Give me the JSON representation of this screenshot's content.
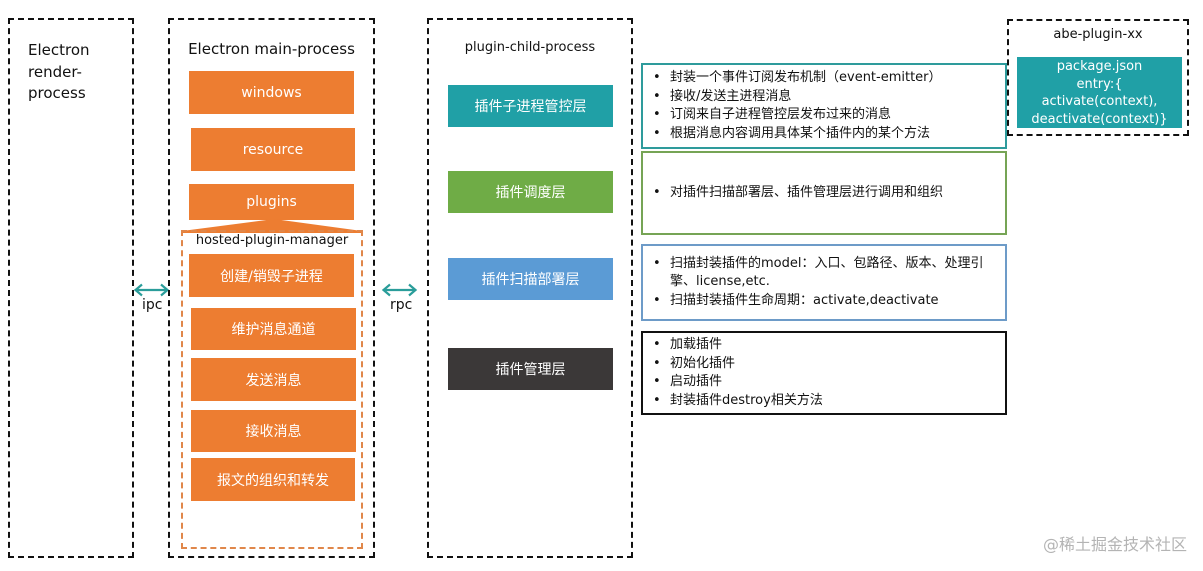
{
  "render_process": {
    "title": "Electron render-process",
    "lines": [
      "Electron",
      "render-",
      "process"
    ]
  },
  "main_process": {
    "title": "Electron main-process",
    "modules": [
      {
        "label": "windows"
      },
      {
        "label": "resource"
      },
      {
        "label": "plugins"
      }
    ],
    "hosted_plugin_manager": {
      "title": "hosted-plugin-manager",
      "items": [
        {
          "label": "创建/销毁子进程"
        },
        {
          "label": "维护消息通道"
        },
        {
          "label": "发送消息"
        },
        {
          "label": "接收消息"
        },
        {
          "label": "报文的组织和转发"
        }
      ]
    }
  },
  "connectors": {
    "ipc": {
      "label": "ipc",
      "icon": "double-arrow-icon",
      "color": "#2a9d9a"
    },
    "rpc": {
      "label": "rpc",
      "icon": "double-arrow-icon",
      "color": "#2a9d9a"
    }
  },
  "child_process": {
    "title": "plugin-child-process",
    "layers": [
      {
        "label": "插件子进程管控层",
        "color": "#20a0a6",
        "border": "#2e9b9c",
        "description": [
          "封装一个事件订阅发布机制（event-emitter）",
          "接收/发送主进程消息",
          "订阅来自子进程管控层发布过来的消息",
          "根据消息内容调用具体某个插件内的某个方法"
        ]
      },
      {
        "label": "插件调度层",
        "color": "#6fac46",
        "border": "#76a455",
        "description": [
          "对插件扫描部署层、插件管理层进行调用和组织"
        ]
      },
      {
        "label": "插件扫描部署层",
        "color": "#5b9bd5",
        "border": "#6d9bc8",
        "description": [
          "扫描封装插件的model：入口、包路径、版本、处理引擎、license,etc.",
          "扫描封装插件生命周期：activate,deactivate"
        ]
      },
      {
        "label": "插件管理层",
        "color": "#3b3838",
        "border": "#111111",
        "description": [
          "加载插件",
          "初始化插件",
          "启动插件",
          "封装插件destroy相关方法"
        ]
      }
    ]
  },
  "plugin_package": {
    "title": "abe-plugin-xx",
    "lines": [
      "package.json",
      "entry:{",
      "activate(context),",
      "deactivate(context)}"
    ],
    "color": "#20a0a6"
  },
  "watermark": "@稀土掘金技术社区"
}
